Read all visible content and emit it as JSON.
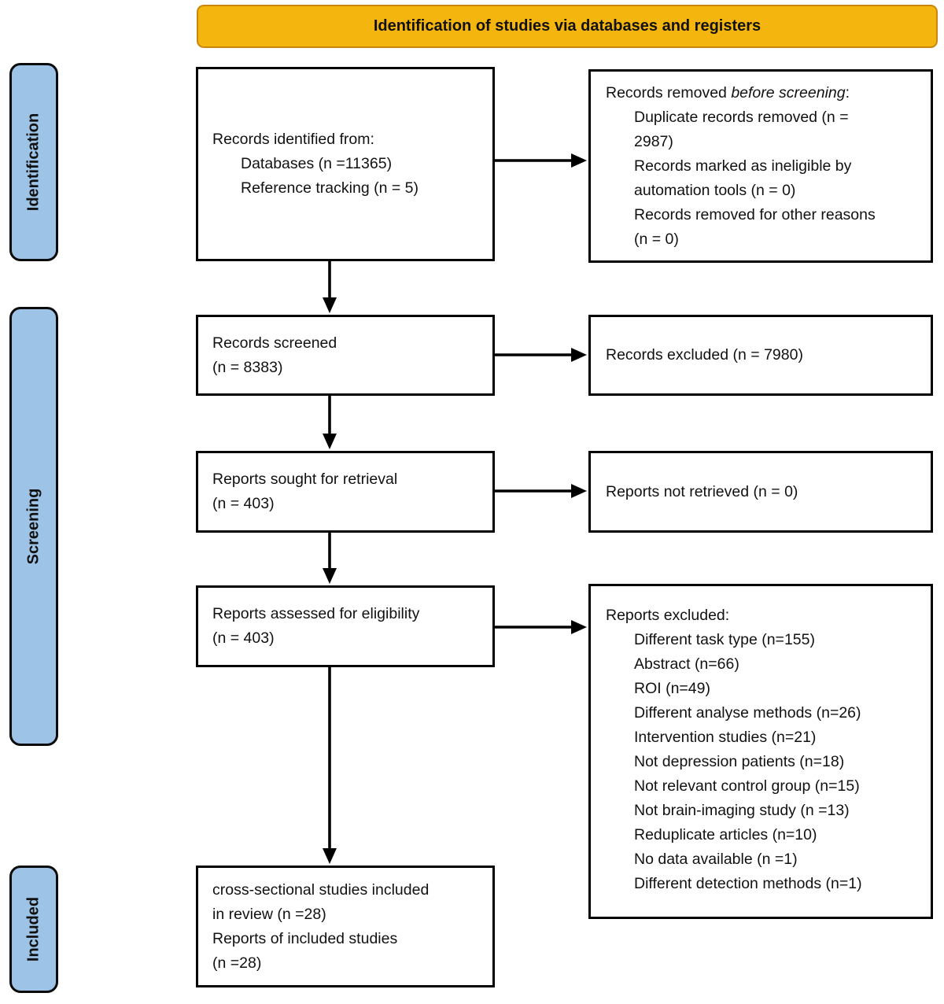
{
  "header": {
    "title": "Identification of studies via databases and registers"
  },
  "stages": {
    "identification": "Identification",
    "screening": "Screening",
    "included": "Included"
  },
  "boxes": {
    "records_identified": {
      "lines": [
        "Records identified from:",
        "Databases (n =11365)",
        "Reference tracking (n = 5)"
      ]
    },
    "records_removed": {
      "title_prefix": "Records removed ",
      "title_italic": "before screening",
      "title_suffix": ":",
      "lines": [
        "Duplicate records removed (n =",
        "2987)",
        "Records marked as ineligible by",
        "automation tools (n = 0)",
        "Records removed for other reasons",
        "(n = 0)"
      ]
    },
    "records_screened": {
      "lines": [
        "Records screened",
        "(n = 8383)"
      ]
    },
    "records_excluded": {
      "lines": [
        "Records excluded (n = 7980)"
      ]
    },
    "reports_sought": {
      "lines": [
        "Reports sought for retrieval",
        "(n = 403)"
      ]
    },
    "reports_not_retrieved": {
      "lines": [
        "Reports not retrieved (n = 0)"
      ]
    },
    "reports_assessed": {
      "lines": [
        "Reports assessed for eligibility",
        "(n = 403)"
      ]
    },
    "reports_excluded": {
      "title": "Reports excluded:",
      "reasons": [
        "Different task type (n=155)",
        "Abstract (n=66)",
        "ROI (n=49)",
        "Different analyse methods (n=26)",
        "Intervention studies (n=21)",
        "Not depression patients (n=18)",
        "Not relevant control group (n=15)",
        "Not brain-imaging study (n =13)",
        "Reduplicate articles (n=10)",
        "No data available (n =1)",
        "Different detection methods (n=1)"
      ]
    },
    "included_studies": {
      "lines": [
        "cross-sectional studies included",
        "in review (n =28)",
        "Reports of included studies",
        "(n =28)"
      ]
    }
  },
  "colors": {
    "banner_fill": "#F5B50F",
    "banner_border": "#C8860B",
    "stage_fill": "#9DC3E6",
    "box_border": "#000000",
    "arrow": "#000000"
  }
}
